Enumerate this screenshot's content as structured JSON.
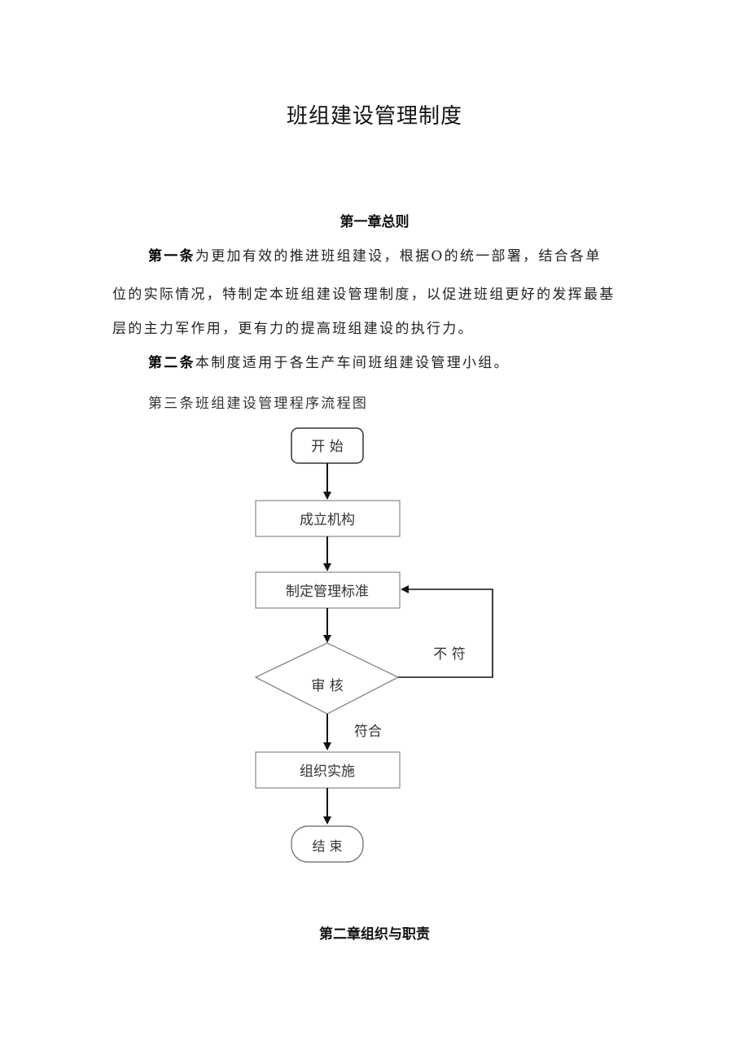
{
  "document": {
    "title": "班组建设管理制度",
    "chapter1": {
      "heading": "第一章总则",
      "article1": {
        "label": "第一条",
        "line1": "为更加有效的推进班组建设，根据O的统一部署，结合各单",
        "line2": "位的实际情况，特制定本班组建设管理制度，以促进班组更好的发挥最基",
        "line3": "层的主力军作用，更有力的提高班组建设的执行力。"
      },
      "article2": {
        "label": "第二条",
        "text": "本制度适用于各生产车间班组建设管理小组。"
      },
      "article3": {
        "text": "第三条班组建设管理程序流程图"
      }
    },
    "flowchart": {
      "start": "开  始",
      "step1": "成立机构",
      "step2": "制定管理标准",
      "decision": "审  核",
      "no_label": "不  符",
      "yes_label": "符合",
      "step3": "组织实施",
      "end": "结  束"
    },
    "chapter2": {
      "heading": "第二章组织与职责"
    }
  }
}
